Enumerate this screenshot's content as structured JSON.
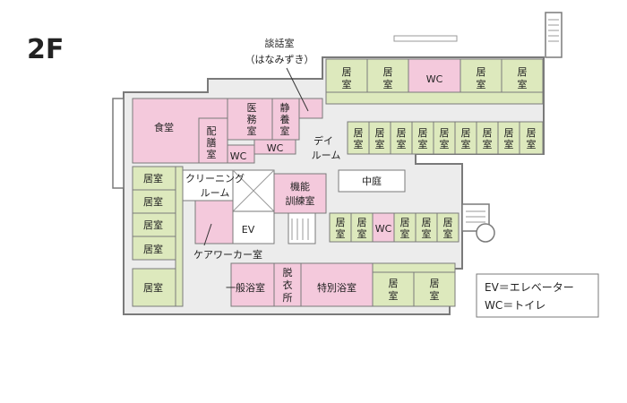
{
  "floor": "2F",
  "colors": {
    "resident_room": "#dde9bd",
    "common_room": "#f4c9dc",
    "corridor": "#ececec",
    "wall": "#7a7a7a",
    "outside": "#ffffff",
    "courtyard": "#ffffff"
  },
  "labels": {
    "dantalk": "談話室",
    "dantalk_reading": "（はなみずき）",
    "dining": "食堂",
    "haizen1": "配",
    "haizen2": "膳",
    "haizen3": "室",
    "medical1": "医",
    "medical2": "務",
    "medical3": "室",
    "quiet1": "静",
    "quiet2": "養",
    "quiet3": "室",
    "wc": "WC",
    "day1": "デイ",
    "day2": "ルーム",
    "courtyard": "中庭",
    "cleaning1": "クリーニング",
    "cleaning2": "ルーム",
    "training1": "機能",
    "training2": "訓練室",
    "ev": "EV",
    "care_worker_room": "ケアワーカー室",
    "general_bath": "一般浴室",
    "dressing1": "脱",
    "dressing2": "衣",
    "dressing3": "所",
    "special_bath": "特別浴室",
    "resident_room_h": "居室",
    "resident_room_v1": "居",
    "resident_room_v2": "室"
  },
  "legend": {
    "line1": "EV＝エレベーター",
    "line2": "WC＝トイレ"
  }
}
